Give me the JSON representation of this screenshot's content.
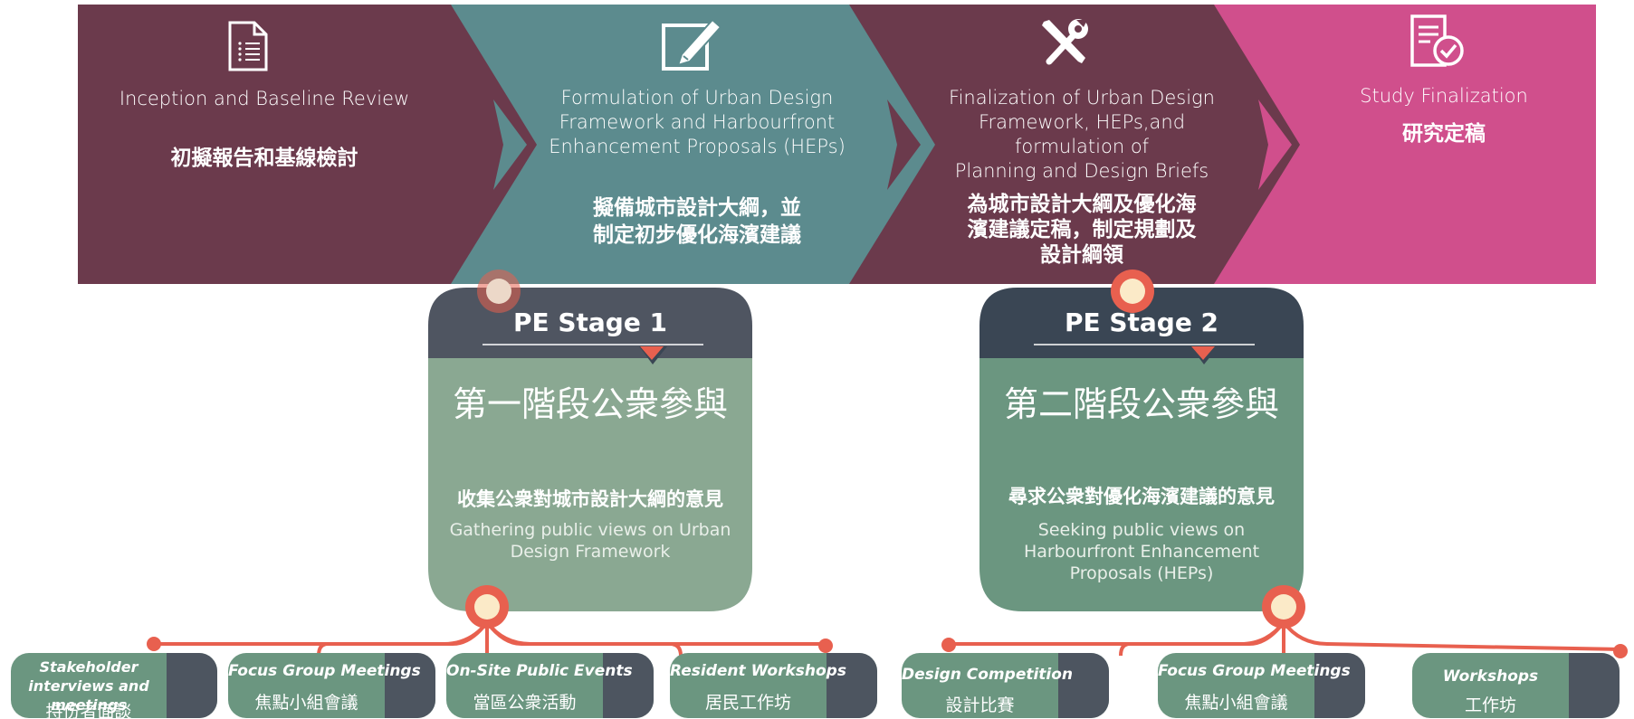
{
  "colors": {
    "maroon": "#6b3a4c",
    "teal": "#5c8b8e",
    "pink": "#d04f8c",
    "sage": "#8aa892",
    "dark_slate": "#4f5561",
    "navy_slate": "#3a4654",
    "coral": "#e8604f",
    "pill_green": "#6b9680"
  },
  "phases": [
    {
      "icon": "document-icon",
      "title_en": "Inception and Baseline Review",
      "title_zh": "初擬報告和基線檢討"
    },
    {
      "icon": "pencil-edit-icon",
      "title_en_lines": [
        "Formulation of Urban Design",
        "Framework  and  Harbourfront",
        "Enhancement Proposals (HEPs)"
      ],
      "title_zh_lines": [
        "擬備城市設計大綱，並",
        "制定初步優化海濱建議"
      ]
    },
    {
      "icon": "tools-icon",
      "title_en_lines": [
        "Finalization of Urban Design",
        "Framework, HEPs,and",
        "formulation of",
        "Planning and Design Briefs"
      ],
      "title_zh_lines": [
        "為城市設計大綱及優化海",
        "濱建議定稿，制定規劃及",
        "設計綱領"
      ]
    },
    {
      "icon": "checklist-icon",
      "title_en": "Study Finalization",
      "title_zh": "研究定稿"
    }
  ],
  "stages": [
    {
      "title": "PE Stage 1",
      "title_zh": "第一階段公衆參與",
      "sub_zh": "收集公衆對城市設計大綱的意見",
      "sub_en_lines": [
        "Gathering public views on Urban",
        "Design Framework"
      ]
    },
    {
      "title": "PE Stage 2",
      "title_zh": "第二階段公衆參與",
      "sub_zh": "尋求公衆對優化海濱建議的意見",
      "sub_en_lines": [
        "Seeking public views on",
        "Harbourfront Enhancement",
        "Proposals (HEPs)"
      ]
    }
  ],
  "activities_stage1": [
    {
      "en": "Stakeholder interviews and meetings",
      "zh": "持份者面談"
    },
    {
      "en": "Focus Group Meetings",
      "zh": "焦點小組會議"
    },
    {
      "en": "On-Site Public Events",
      "zh": "當區公衆活動"
    },
    {
      "en": "Resident Workshops",
      "zh": "居民工作坊"
    }
  ],
  "activities_stage2": [
    {
      "en": "Design Competition",
      "zh": "設計比賽"
    },
    {
      "en": "Focus Group Meetings",
      "zh": "焦點小組會議"
    },
    {
      "en": "Workshops",
      "zh": "工作坊"
    }
  ]
}
